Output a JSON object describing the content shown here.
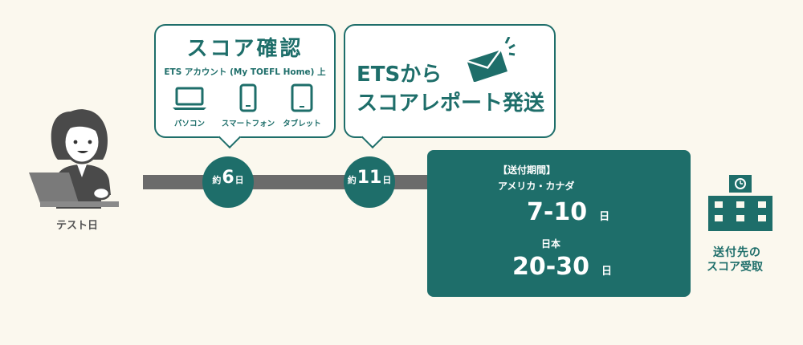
{
  "test_day": {
    "label": "テスト日"
  },
  "timeline": {
    "milestone1": {
      "prefix": "約",
      "number": "6",
      "suffix": "日"
    },
    "milestone2": {
      "prefix": "約",
      "number": "11",
      "suffix": "日"
    }
  },
  "bubble1": {
    "title": "スコア確認",
    "subtitle": "ETS アカウント (My TOEFL Home) 上",
    "devices": [
      "パソコン",
      "スマートフォン",
      "タブレット"
    ]
  },
  "bubble2": {
    "line1": "ETSから",
    "line2": "スコアレポート発送"
  },
  "delivery": {
    "period_label": "【送付期間】",
    "region1": "アメリカ・カナダ",
    "region1_days": "7-10",
    "region2": "日本",
    "region2_days": "20-30",
    "unit": "日"
  },
  "recipient": {
    "line1": "送付先の",
    "line2": "スコア受取"
  },
  "colors": {
    "accent": "#1e6e6a",
    "background": "#fbf8ee",
    "bar": "#6b6b6b",
    "person": "#5a5a5a"
  }
}
